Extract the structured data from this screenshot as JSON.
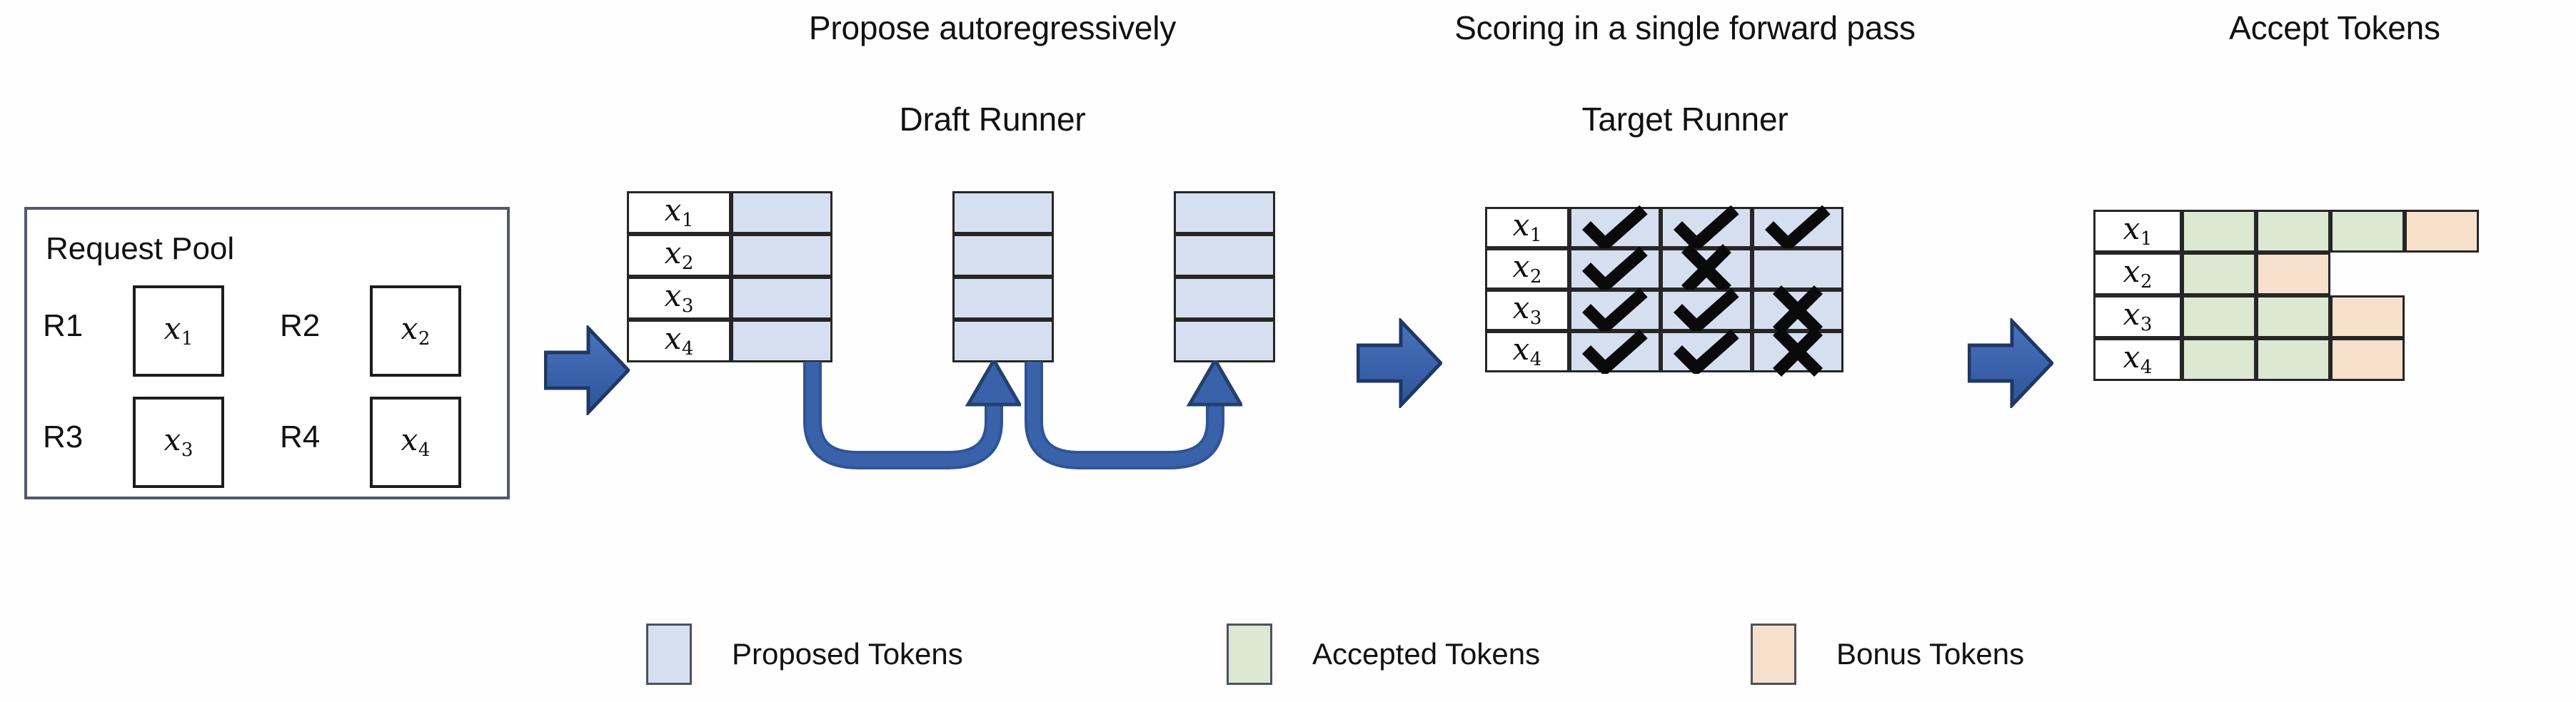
{
  "headings": {
    "propose": "Propose autoregressively",
    "draft_runner": "Draft Runner",
    "scoring": "Scoring in a single forward pass",
    "target_runner": "Target Runner",
    "accept": "Accept Tokens"
  },
  "request_pool": {
    "title": "Request Pool",
    "requests": [
      {
        "label": "R1",
        "token": "x",
        "sub": "1"
      },
      {
        "label": "R2",
        "token": "x",
        "sub": "2"
      },
      {
        "label": "R3",
        "token": "x",
        "sub": "3"
      },
      {
        "label": "R4",
        "token": "x",
        "sub": "4"
      }
    ]
  },
  "draft_runner": {
    "row_labels": [
      {
        "token": "x",
        "sub": "1"
      },
      {
        "token": "x",
        "sub": "2"
      },
      {
        "token": "x",
        "sub": "3"
      },
      {
        "token": "x",
        "sub": "4"
      }
    ],
    "steps": 3,
    "rows": 4,
    "cell_type": "proposed",
    "loop_arrow_count": 2
  },
  "target_runner": {
    "row_labels": [
      {
        "token": "x",
        "sub": "1"
      },
      {
        "token": "x",
        "sub": "2"
      },
      {
        "token": "x",
        "sub": "3"
      },
      {
        "token": "x",
        "sub": "4"
      }
    ],
    "marks": [
      [
        "check",
        "check",
        "check"
      ],
      [
        "check",
        "cross",
        "none"
      ],
      [
        "check",
        "check",
        "cross"
      ],
      [
        "check",
        "check",
        "cross"
      ]
    ]
  },
  "accept_tokens": {
    "row_labels": [
      {
        "token": "x",
        "sub": "1"
      },
      {
        "token": "x",
        "sub": "2"
      },
      {
        "token": "x",
        "sub": "3"
      },
      {
        "token": "x",
        "sub": "4"
      }
    ],
    "rows": [
      [
        "accepted",
        "accepted",
        "accepted",
        "bonus"
      ],
      [
        "accepted",
        "bonus"
      ],
      [
        "accepted",
        "accepted",
        "bonus"
      ],
      [
        "accepted",
        "accepted",
        "bonus"
      ]
    ]
  },
  "legend": [
    {
      "label": "Proposed Tokens",
      "color": "#d6dff0",
      "kind": "proposed"
    },
    {
      "label": "Accepted Tokens",
      "color": "#dde8d2",
      "kind": "accepted"
    },
    {
      "label": "Bonus Tokens",
      "color": "#f7e0cb",
      "kind": "bonus"
    }
  ],
  "colors": {
    "proposed": "#d6dff0",
    "accepted": "#dde8d2",
    "bonus": "#f7e0cb",
    "arrow_blue": "#3a62ab",
    "arrow_blue_dark": "#24406f",
    "border": "#262626",
    "pool_border": "#53586b"
  },
  "flow_arrows": 3
}
